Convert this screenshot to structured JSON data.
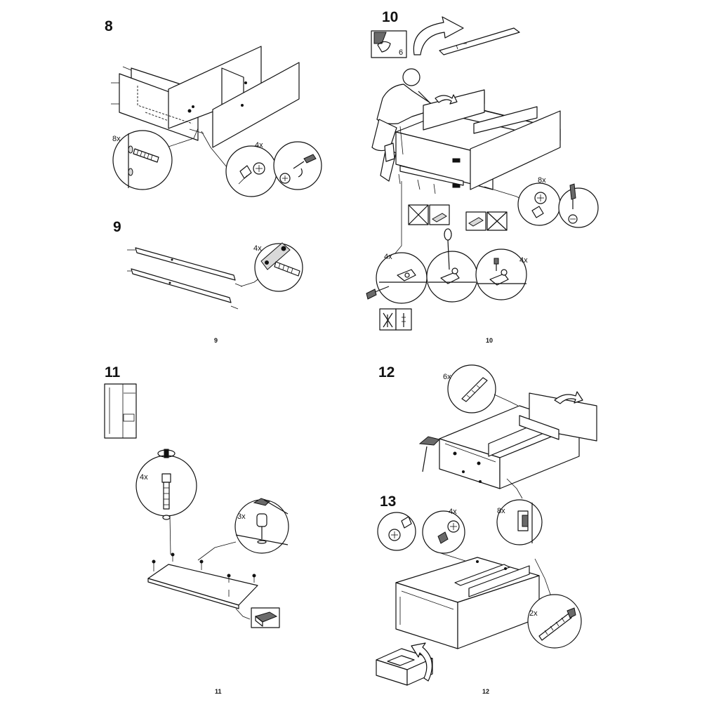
{
  "pages": [
    {
      "page_number": "9",
      "steps": [
        {
          "number": "8",
          "callouts": [
            "8x",
            "4x"
          ]
        },
        {
          "number": "9",
          "callouts": [
            "4x"
          ]
        }
      ]
    },
    {
      "page_number": "10",
      "steps": [
        {
          "number": "10",
          "callouts": [
            "8x",
            "4x",
            "4x"
          ],
          "inset_label": "6"
        }
      ]
    },
    {
      "page_number": "11",
      "steps": [
        {
          "number": "11",
          "callouts": [
            "4x",
            "3x"
          ]
        }
      ]
    },
    {
      "page_number": "12",
      "steps": [
        {
          "number": "12",
          "callouts": [
            "6x",
            "8x"
          ]
        },
        {
          "number": "13",
          "callouts": [
            "4x",
            "2x"
          ]
        }
      ]
    }
  ]
}
